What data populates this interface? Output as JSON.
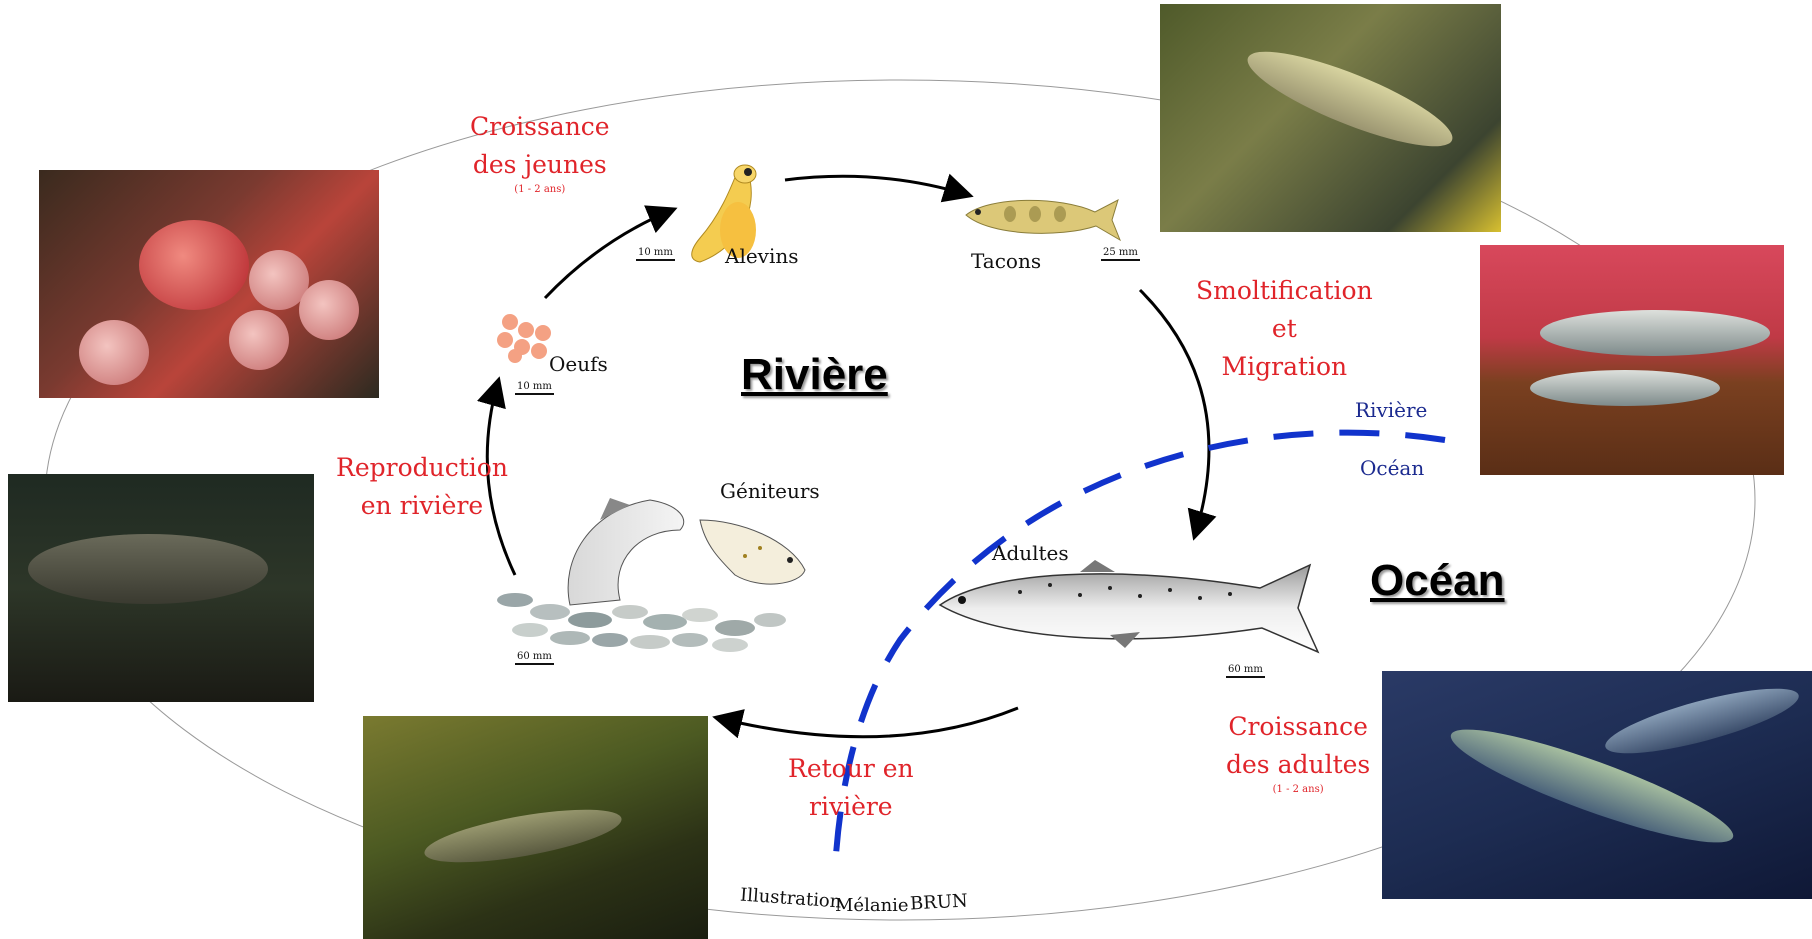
{
  "zones": {
    "river": "Rivière",
    "ocean": "Océan"
  },
  "stages": {
    "oeufs": "Oeufs",
    "alevins": "Alevins",
    "tacons": "Tacons",
    "adultes": "Adultes",
    "geniteurs": "Géniteurs"
  },
  "scales": {
    "oeufs": "10 mm",
    "alevins": "10 mm",
    "tacons": "25 mm",
    "adultes": "60 mm",
    "geniteurs": "60 mm"
  },
  "phases": {
    "croissance_jeunes": [
      "Croissance",
      "des jeunes"
    ],
    "croissance_jeunes_duree": "(1 - 2 ans)",
    "smoltification": [
      "Smoltification",
      "et",
      "Migration"
    ],
    "croissance_adultes": [
      "Croissance",
      "des adultes"
    ],
    "croissance_adultes_duree": "(1 - 2 ans)",
    "retour": [
      "Retour en",
      "rivière"
    ],
    "reproduction": [
      "Reproduction",
      "en rivière"
    ]
  },
  "boundary": {
    "upper": "Rivière",
    "lower": "Océan"
  },
  "credit": [
    "Illustration",
    "Mélanie",
    "BRUN"
  ],
  "colors": {
    "phase_text": "#e0242a",
    "boundary_line": "#1133cc",
    "boundary_text": "#1b2a8f"
  }
}
